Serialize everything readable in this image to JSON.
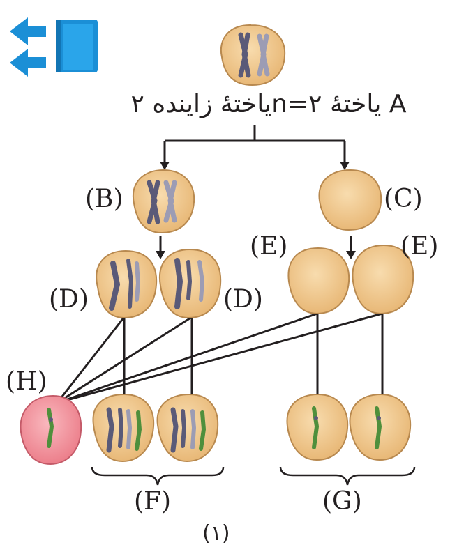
{
  "title_text": "یاختهٔ زاینده ۲n=۲ یاختهٔ A",
  "labels": {
    "B": "(B)",
    "C": "(C)",
    "D_left": "(D)",
    "D_right": "(D)",
    "E_left": "(E)",
    "E_right": "(E)",
    "H": "(H)",
    "F": "(F)",
    "G": "(G)"
  },
  "figure_number": "(۱)",
  "nav_icon": "back-to-book-icon",
  "colors": {
    "cell_fill": "#f1c98e",
    "cell_stroke": "#b8894f",
    "cell_h_fill": "#f29aa3",
    "chromosome_dark": "#5a5a78",
    "chromosome_light": "#9c9cb4",
    "chromosome_green": "#4f8f3c",
    "icon_blue": "#1b8fd6",
    "line": "#231f20"
  }
}
